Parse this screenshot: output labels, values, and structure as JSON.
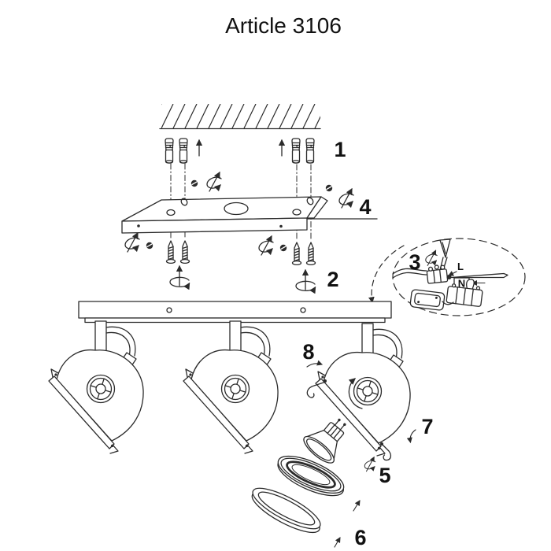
{
  "title": "Article 3106",
  "callouts": {
    "c1": "1",
    "c2": "2",
    "c3": "3",
    "c4": "4",
    "c5": "5",
    "c6": "6",
    "c7": "7",
    "c8": "8"
  },
  "wiring_labels": {
    "live": "L",
    "neutral": "N"
  },
  "colors": {
    "line": "#2b2b2b",
    "background": "#ffffff"
  }
}
